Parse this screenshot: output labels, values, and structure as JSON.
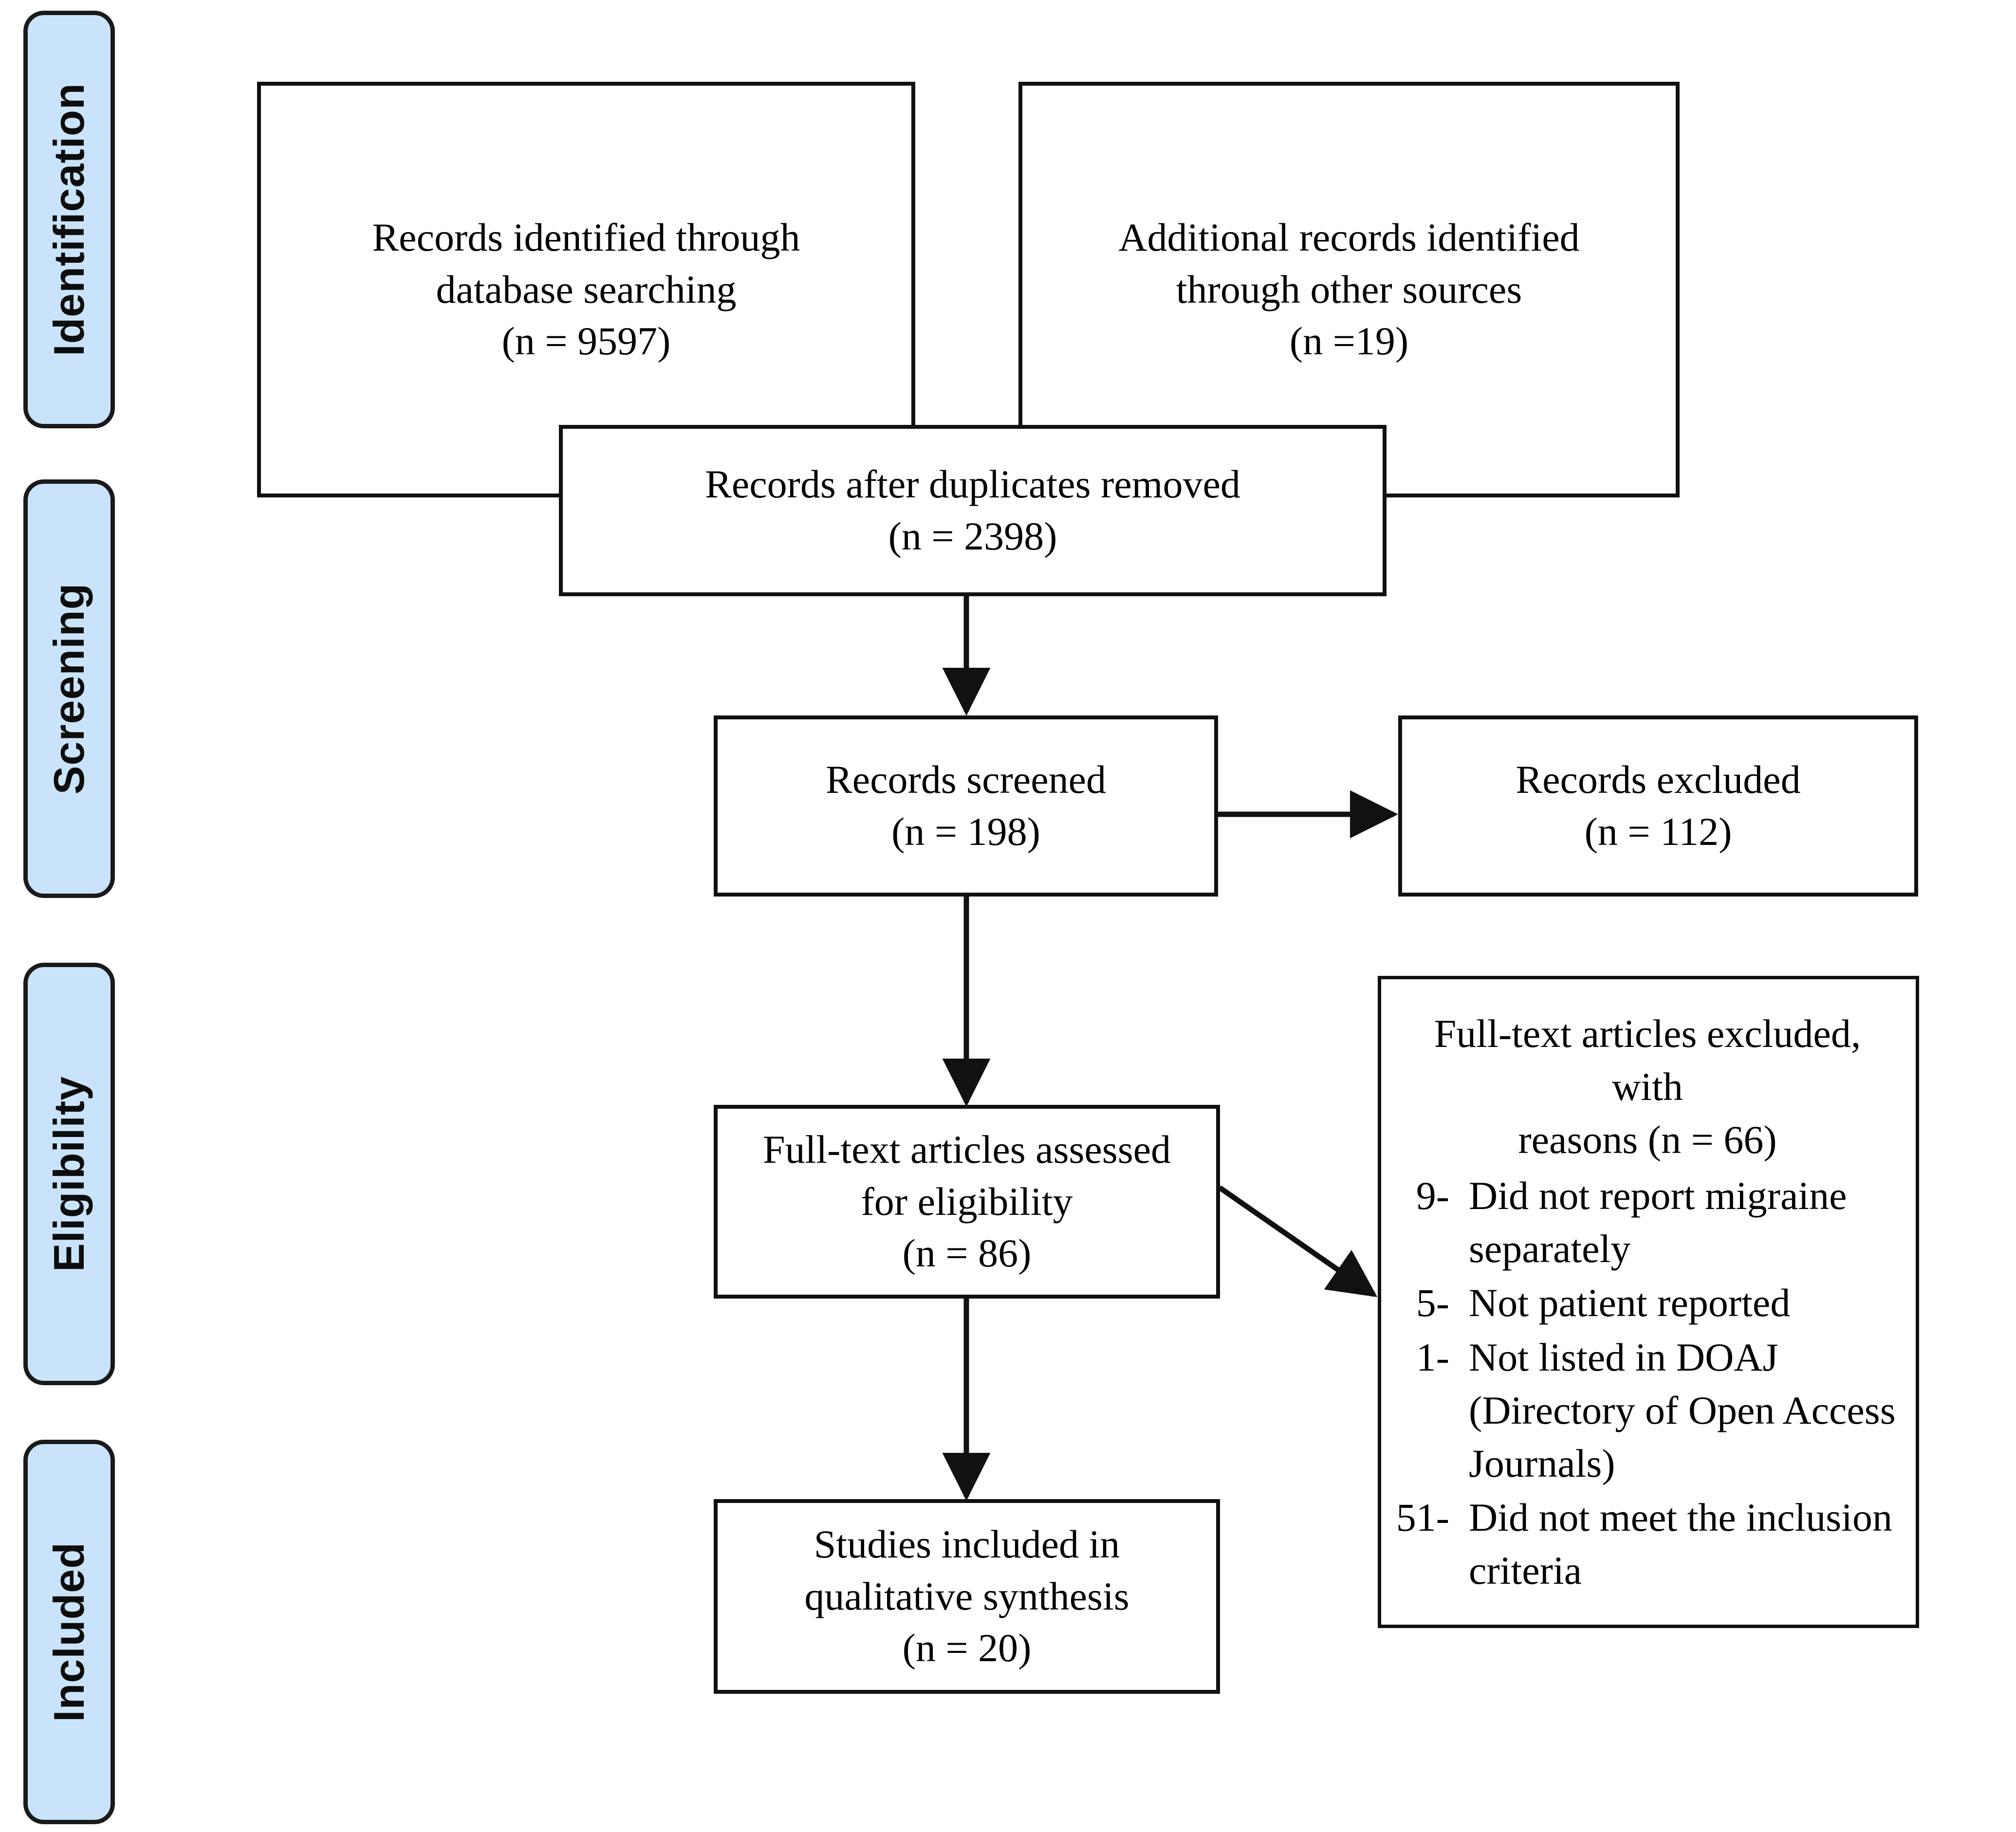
{
  "diagram": {
    "title": "PRISMA study selection flow diagram",
    "colors": {
      "stage_fill": "#c9e4fa",
      "stage_border": "#1a1a1a",
      "box_border": "#111111",
      "page_background": "#ffffff",
      "text": "#000000"
    },
    "stages": [
      {
        "id": "identification",
        "label": "Identification"
      },
      {
        "id": "screening",
        "label": "Screening"
      },
      {
        "id": "eligibility",
        "label": "Eligibility"
      },
      {
        "id": "included",
        "label": "Included"
      }
    ],
    "boxes": {
      "db_search": {
        "line1": "Records identified through",
        "line2": "database searching",
        "count": "(n = 9597)"
      },
      "other_sources": {
        "line1": "Additional records identified",
        "line2": "through other sources",
        "count": "(n =19)"
      },
      "duplicates_removed": {
        "line1": "Records after duplicates removed",
        "count": "(n = 2398)"
      },
      "records_screened": {
        "line1": "Records screened",
        "count": "(n = 198)"
      },
      "records_excluded": {
        "line1": "Records excluded",
        "count": "(n = 112)"
      },
      "fulltext_assessed": {
        "line1": "Full-text articles assessed",
        "line2": "for eligibility",
        "count": "(n = 86)"
      },
      "studies_included": {
        "line1": "Studies included in",
        "line2": "qualitative synthesis",
        "count": "(n = 20)"
      },
      "fulltext_excluded": {
        "head_line1": "Full-text articles excluded, with",
        "head_line2": "reasons (n = 66)",
        "reasons": [
          {
            "num": "9-",
            "text": "Did not report migraine separately"
          },
          {
            "num": "5-",
            "text": "Not patient reported"
          },
          {
            "num": "1-",
            "text": "Not listed in DOAJ (Directory of Open Access Journals)"
          },
          {
            "num": "51-",
            "text": "Did not meet the inclusion criteria"
          }
        ]
      }
    },
    "chart_data": {
      "type": "diagram",
      "diagram_type": "prisma-flow",
      "nodes": [
        {
          "id": "db_search",
          "stage": "Identification",
          "label": "Records identified through database searching",
          "n": 9597
        },
        {
          "id": "other_sources",
          "stage": "Identification",
          "label": "Additional records identified through other sources",
          "n": 19
        },
        {
          "id": "duplicates_removed",
          "stage": "Screening",
          "label": "Records after duplicates removed",
          "n": 2398
        },
        {
          "id": "records_screened",
          "stage": "Screening",
          "label": "Records screened",
          "n": 198
        },
        {
          "id": "records_excluded",
          "stage": "Screening",
          "label": "Records excluded",
          "n": 112
        },
        {
          "id": "fulltext_assessed",
          "stage": "Eligibility",
          "label": "Full-text articles assessed for eligibility",
          "n": 86
        },
        {
          "id": "fulltext_excluded",
          "stage": "Eligibility",
          "label": "Full-text articles excluded, with reasons",
          "n": 66
        },
        {
          "id": "studies_included",
          "stage": "Included",
          "label": "Studies included in qualitative synthesis",
          "n": 20
        }
      ],
      "edges": [
        {
          "from": "db_search",
          "to": "duplicates_removed"
        },
        {
          "from": "other_sources",
          "to": "duplicates_removed"
        },
        {
          "from": "duplicates_removed",
          "to": "records_screened"
        },
        {
          "from": "records_screened",
          "to": "records_excluded"
        },
        {
          "from": "records_screened",
          "to": "fulltext_assessed"
        },
        {
          "from": "fulltext_assessed",
          "to": "fulltext_excluded"
        },
        {
          "from": "fulltext_assessed",
          "to": "studies_included"
        }
      ],
      "exclusion_reasons": [
        {
          "n": 9,
          "reason": "Did not report migraine separately"
        },
        {
          "n": 5,
          "reason": "Not patient reported"
        },
        {
          "n": 1,
          "reason": "Not listed in DOAJ (Directory of Open Access Journals)"
        },
        {
          "n": 51,
          "reason": "Did not meet the inclusion criteria"
        }
      ]
    }
  }
}
